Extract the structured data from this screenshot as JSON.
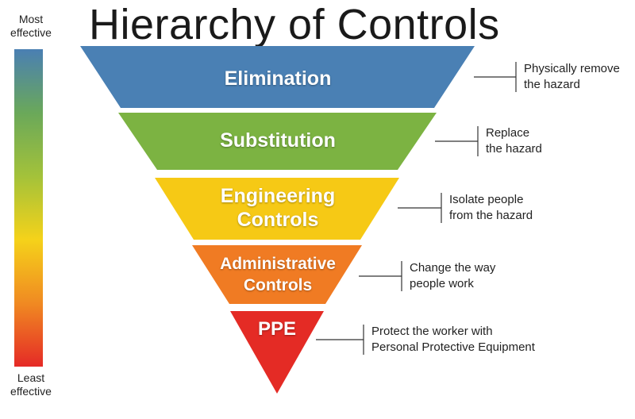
{
  "title": "Hierarchy of Controls",
  "scale": {
    "top_label_line1": "Most",
    "top_label_line2": "effective",
    "bottom_label_line1": "Least",
    "bottom_label_line2": "effective",
    "gradient_colors": [
      "#4a7fb3",
      "#6aa85a",
      "#a3c23a",
      "#f5d21a",
      "#f08a22",
      "#e52a26"
    ]
  },
  "tiers": [
    {
      "line1": "Elimination",
      "line2": "",
      "color": "#4a80b4",
      "desc1": "Physically remove",
      "desc2": "the hazard"
    },
    {
      "line1": "Substitution",
      "line2": "",
      "color": "#7cb342",
      "desc1": "Replace",
      "desc2": "the hazard"
    },
    {
      "line1": "Engineering",
      "line2": "Controls",
      "color": "#f6c915",
      "desc1": "Isolate people",
      "desc2": "from the hazard"
    },
    {
      "line1": "Administrative",
      "line2": "Controls",
      "color": "#f07b23",
      "desc1": "Change the way",
      "desc2": "people work"
    },
    {
      "line1": "PPE",
      "line2": "",
      "color": "#e42b25",
      "desc1": "Protect the worker with",
      "desc2": "Personal Protective Equipment"
    }
  ]
}
